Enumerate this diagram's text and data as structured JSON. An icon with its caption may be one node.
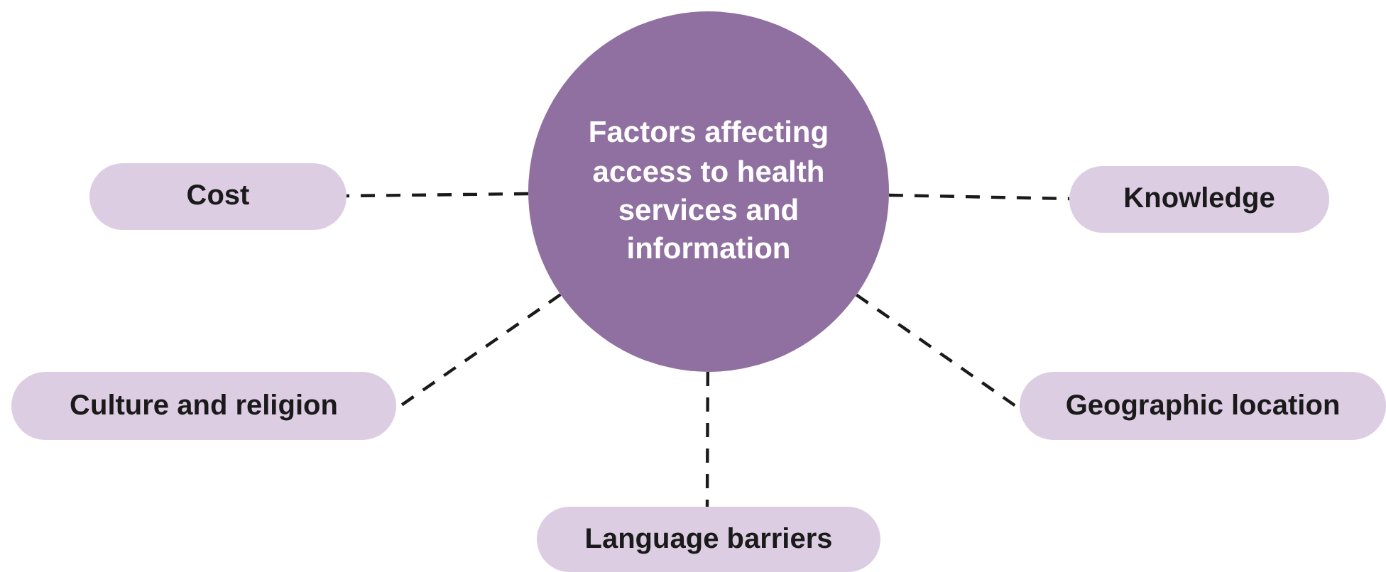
{
  "diagram": {
    "nodes": [
      {
        "text": [
          "Factors affecting access to health services and information"
        ]
      },
      {
        "text": [
          "Cost"
        ]
      },
      {
        "text": [
          "Knowledge"
        ]
      },
      {
        "text": [
          "Culture and religion"
        ]
      },
      {
        "text": [
          "Geographic location"
        ]
      },
      {
        "text": [
          "Language barriers"
        ]
      }
    ],
    "edges": [
      {
        "from": 0,
        "to": 1,
        "arrow": "none",
        "style": "dashed"
      },
      {
        "from": 0,
        "to": 2,
        "arrow": "none",
        "style": "dashed"
      },
      {
        "from": 0,
        "to": 3,
        "arrow": "none",
        "style": "dashed"
      },
      {
        "from": 0,
        "to": 4,
        "arrow": "none",
        "style": "dashed"
      },
      {
        "from": 0,
        "to": 5,
        "arrow": "none",
        "style": "dashed"
      }
    ]
  }
}
